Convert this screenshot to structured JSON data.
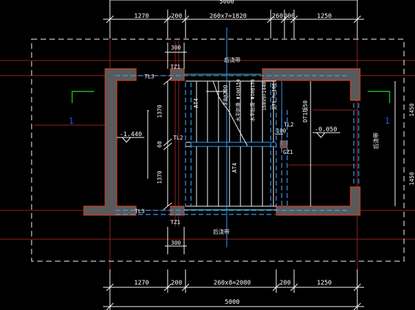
{
  "dimensions": {
    "top_total": "5000",
    "top_segments": [
      "1270",
      "200",
      "260x7=1820",
      "260",
      "200",
      "1250"
    ],
    "bottom_segments": [
      "1270",
      "200",
      "260x8=2080",
      "200",
      "1250"
    ],
    "bottom_total": "5000",
    "left_vertical": [
      "1370",
      "60",
      "1370"
    ],
    "right_vertical": [
      "1450",
      "1450"
    ],
    "column_width_top": "300",
    "column_width_bottom": "300",
    "small_dim": "100"
  },
  "labels": {
    "tz_top": "TZ1",
    "tz_bottom": "TZ1",
    "tl_top": "TL3",
    "tl_mid": "TL2",
    "tl_bottom": "TL3",
    "tl_right": "TL2",
    "gz": "GZ1",
    "at_upper": "AT4",
    "at_lower": "AT4",
    "dt": "DT1版50",
    "section_left": "1",
    "section_right": "1",
    "elev_left": "-1.440",
    "elev_right": "-0.050",
    "note_top": "后浇带",
    "note_bottom": "后浇带",
    "note_right": "后浇带",
    "rebar_1": "F8@200",
    "rebar_2": "水平防滑 Φ10@150",
    "rebar_3": "水平防滑 Φ10@150",
    "rebar_4": "DT1 h=100",
    "rebar_5": "160x9=1440"
  },
  "colors": {
    "background": "#000000",
    "dimension": "#ffffff",
    "wall_fill": "#5a5a5a",
    "wall_edge": "#d04020",
    "axis": "#b02020",
    "blue_line": "#3aa0ff",
    "cyan": "#40d0d0",
    "green": "#20c020",
    "section_blue": "#3050ff"
  }
}
